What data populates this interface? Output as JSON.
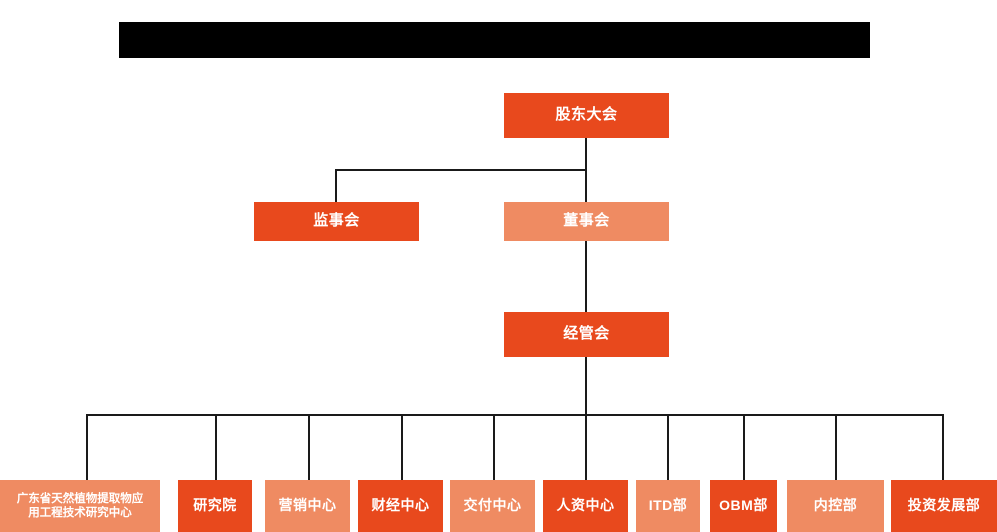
{
  "page": {
    "background": "#ffffff",
    "redacted_title_bar": true
  },
  "colors": {
    "dark_orange": "#E8491D",
    "light_orange": "#EF8B62",
    "line": "#1a1a1a",
    "redaction": "#000000",
    "label_text": "#ffffff"
  },
  "chart_data": {
    "type": "diagram",
    "diagram_type": "org-chart",
    "title": "",
    "levels": [
      {
        "level": 1,
        "nodes": [
          "股东大会"
        ]
      },
      {
        "level": 2,
        "nodes": [
          "监事会",
          "董事会"
        ]
      },
      {
        "level": 3,
        "nodes": [
          "经管会"
        ]
      },
      {
        "level": 4,
        "nodes": [
          "广东省天然植物提取物应用工程技术研究中心",
          "研究院",
          "营销中心",
          "财经中心",
          "交付中心",
          "人资中心",
          "ITD部",
          "OBM部",
          "内控部",
          "投资发展部"
        ]
      }
    ],
    "edges": [
      [
        "股东大会",
        "监事会"
      ],
      [
        "股东大会",
        "董事会"
      ],
      [
        "董事会",
        "经管会"
      ],
      [
        "经管会",
        "广东省天然植物提取物应用工程技术研究中心"
      ],
      [
        "经管会",
        "研究院"
      ],
      [
        "经管会",
        "营销中心"
      ],
      [
        "经管会",
        "财经中心"
      ],
      [
        "经管会",
        "交付中心"
      ],
      [
        "经管会",
        "人资中心"
      ],
      [
        "经管会",
        "ITD部"
      ],
      [
        "经管会",
        "OBM部"
      ],
      [
        "经管会",
        "内控部"
      ],
      [
        "经管会",
        "投资发展部"
      ]
    ]
  },
  "nodes": {
    "shareholders_meeting": {
      "label": "股东大会",
      "shade": "dark"
    },
    "board_of_supervisors": {
      "label": "监事会",
      "shade": "dark"
    },
    "board_of_directors": {
      "label": "董事会",
      "shade": "light"
    },
    "management_committee": {
      "label": "经管会",
      "shade": "dark"
    },
    "leaves": [
      {
        "label_line1": "广东省天然植物提取物应",
        "label_line2": "用工程技术研究中心",
        "shade": "light"
      },
      {
        "label": "研究院",
        "shade": "dark"
      },
      {
        "label": "营销中心",
        "shade": "light"
      },
      {
        "label": "财经中心",
        "shade": "dark"
      },
      {
        "label": "交付中心",
        "shade": "light"
      },
      {
        "label": "人资中心",
        "shade": "dark"
      },
      {
        "label": "ITD部",
        "shade": "light"
      },
      {
        "label": "OBM部",
        "shade": "dark"
      },
      {
        "label": "内控部",
        "shade": "light"
      },
      {
        "label": "投资发展部",
        "shade": "dark"
      }
    ]
  }
}
